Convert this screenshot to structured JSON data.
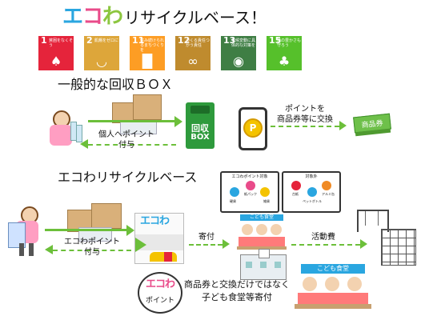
{
  "title": {
    "logo_e": "エ",
    "logo_ko": "コ",
    "logo_wa": "わ",
    "rest": "リサイクルベース！"
  },
  "sdgs": [
    {
      "num": "1",
      "text": "貧困をなくそう",
      "color": "#e5243b",
      "icon": "people-icon"
    },
    {
      "num": "2",
      "text": "飢餓をゼロに",
      "color": "#dda63a",
      "icon": "bowl-icon"
    },
    {
      "num": "11",
      "text": "住み続けられるまちづくりを",
      "color": "#fd9d24",
      "icon": "buildings-icon"
    },
    {
      "num": "12",
      "text": "つくる責任つかう責任",
      "color": "#bf8b2e",
      "icon": "infinity-icon"
    },
    {
      "num": "13",
      "text": "気候変動に具体的な対策を",
      "color": "#3f7e44",
      "icon": "eye-icon"
    },
    {
      "num": "15",
      "text": "陸の豊かさも守ろう",
      "color": "#56c02b",
      "icon": "tree-icon"
    }
  ],
  "section1": {
    "heading": "一般的な回収ＢＯＸ",
    "arrow_label": "個人へポイント\n付与",
    "box_label_top": "回収",
    "box_label_bottom": "BOX",
    "phone_symbol": "P",
    "exchange_label": "ポイントを\n商品券等に交換",
    "ticket_label": "商品券"
  },
  "section2": {
    "heading": "エコわリサイクルベース",
    "arrow_label": "エコわポイント\n付与",
    "base_logo": "エコわ",
    "donate_label": "寄付",
    "activity_label": "活動費",
    "badge_logo": "エコわ",
    "badge_text": "ポイント",
    "footer_text": "商品券と交換だけではなく\n子ども食堂等寄付",
    "panel_left_title": "エコわポイント対象",
    "panel_right_title": "対象外",
    "panel_left_items": [
      "硬貨",
      "紙パック",
      "雑貨"
    ],
    "panel_right_items": [
      "古紙",
      "ペットボトル",
      "アルミ缶"
    ],
    "shokudo_top": "こども食堂",
    "shokudo_bottom": "こども食堂"
  }
}
